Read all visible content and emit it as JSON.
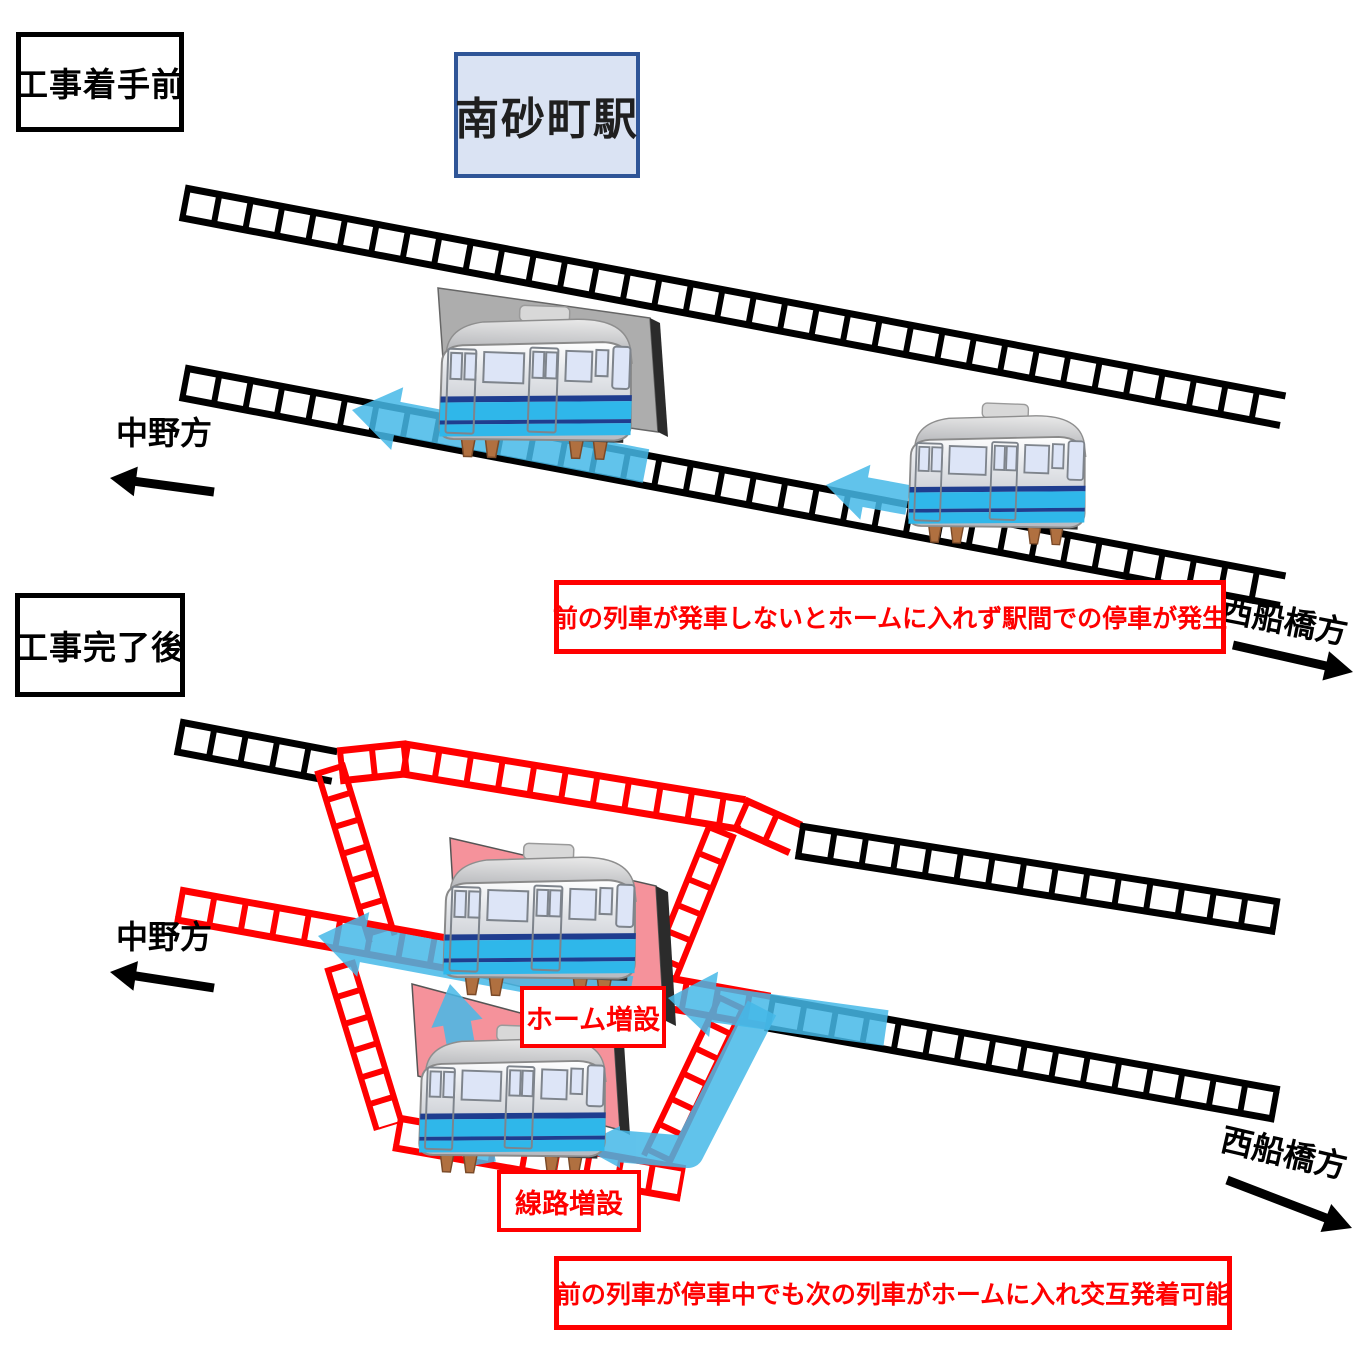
{
  "station": {
    "name": "南砂町駅"
  },
  "sections": {
    "before": {
      "label": "工事着手前",
      "note": "前の列車が発車しないとホームに入れず駅間での停車が発生"
    },
    "after": {
      "label": "工事完了後",
      "note": "前の列車が停車中でも次の列車がホームに入れ交互発着可能",
      "platform_expansion": "ホーム増設",
      "track_expansion": "線路増設"
    }
  },
  "directions": {
    "nakano": "中野方",
    "nishifunabashi": "西船橋方"
  },
  "colors": {
    "existing_track": "#000000",
    "added_track": "#FF0000",
    "flow_arrow_blue": "#45B8E8",
    "direction_arrow_black": "#000000",
    "note_red": "#FF0000",
    "label_border": "#000000",
    "station_box_bg": "#DAE3F3",
    "station_box_border": "#2F5597",
    "platform_gray": "#ADADAD",
    "platform_pink": "#F5929B",
    "platform_edge_dark": "#2B2B2B",
    "train_band_blue": "#2FB7EA",
    "train_stripe_navy": "#1F3D8F",
    "train_window": "#DDE5F7",
    "wheel_brown": "#B07040"
  }
}
